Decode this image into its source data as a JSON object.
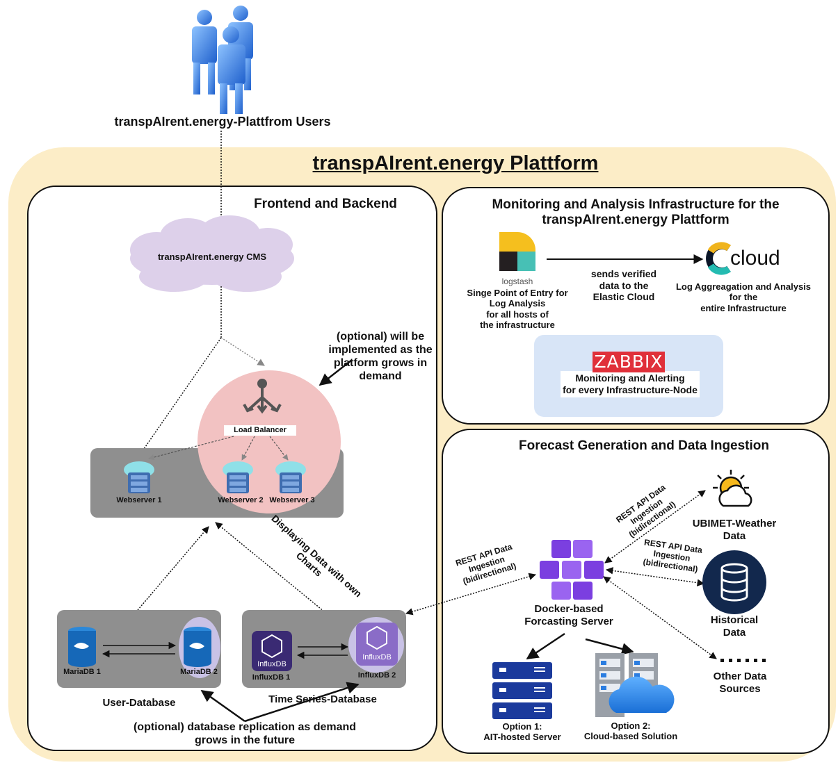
{
  "users": {
    "label": "transpAIrent.energy-Plattfrom Users"
  },
  "platform": {
    "title": "transpAIrent.energy Plattform"
  },
  "frontend": {
    "title": "Frontend and Backend",
    "cms": "transpAIrent.energy CMS",
    "optional_note": "(optional) will be\nimplemented as the\nplatform grows in\ndemand",
    "load_balancer": "Load Balancer",
    "webservers": [
      "Webserver 1",
      "Webserver 2",
      "Webserver 3"
    ],
    "display_label": "Displaying Data with own\nCharts",
    "user_db": {
      "label": "User-Database",
      "nodes": [
        "MariaDB 1",
        "MariaDB 2"
      ]
    },
    "ts_db": {
      "label": "Time Series-Database",
      "nodes": [
        "InfluxDB 1",
        "InfluxDB 2"
      ],
      "logo_text": "InfluxDB"
    },
    "replication_note": "(optional) database replication as demand\ngrows in the future"
  },
  "monitoring": {
    "title": "Monitoring and Analysis Infrastructure for the\ntranspAIrent.energy Plattform",
    "logstash_name": "logstash",
    "logstash_desc": "Singe Point of Entry for\nLog Analysis\nfor all hosts of\nthe infrastructure",
    "arrow_label": "sends verified\ndata to the\nElastic Cloud",
    "cloud_name": "cloud",
    "cloud_desc": "Log Aggreagation and Analysis\nfor the\nentire Infrastructure",
    "zabbix_logo": "ZABBIX",
    "zabbix_desc": "Monitoring and Alerting\nfor every Infrastructure-Node"
  },
  "forecast": {
    "title": "Forecast Generation and Data Ingestion",
    "server_label": "Docker-based\nForcasting Server",
    "rest_label": "REST API Data\nIngestion\n(bidirectional)",
    "sources": [
      "UBIMET-Weather\nData",
      "Historical\nData",
      "Other Data\nSources"
    ],
    "option1": "Option 1:\nAIT-hosted Server",
    "option2": "Option 2:\nCloud-based Solution"
  },
  "colors": {
    "platform_bg": "#fcedc7",
    "panel_bg": "#ffffff",
    "server_group": "#8f8f8f",
    "load_balancer_circle": "#f2c2c2",
    "cms_cloud": "#ddd0ea",
    "zabbix_box": "#d8e5f7",
    "zabbix_red": "#e0303a",
    "docker_purple": "#7b3fe0",
    "db_navy": "#12284d",
    "server_blue": "#1b3a9c",
    "user_blue": "#2f7fe0"
  },
  "icons": [
    "users-icon",
    "cloud-icon",
    "load-balancer-icon",
    "webserver-icon",
    "mariadb-icon",
    "influxdb-icon",
    "logstash-icon",
    "elastic-cloud-icon",
    "zabbix-icon",
    "docker-icon",
    "weather-icon",
    "database-icon",
    "server-rack-icon",
    "cloud-server-icon",
    "more-dots-icon"
  ]
}
